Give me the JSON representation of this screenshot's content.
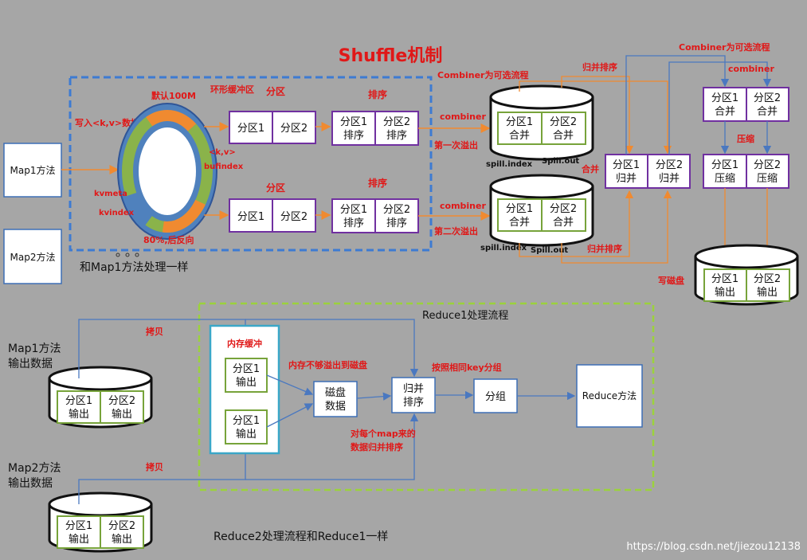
{
  "title": "Shuffle机制",
  "map": {
    "map1": "Map1方法",
    "map2": "Map2方法",
    "map2_note": "和Map1方法处理一样",
    "write_kv": "写入<k,v>数据",
    "default_100m": "默认100M",
    "ring_buffer": "环形缓冲区",
    "kv": "<k,v>",
    "bufindex": "bufindex",
    "kvmeta": "kvmeta",
    "kvindex": "kvindex",
    "reverse_80": "80%,后反向",
    "partition_label": "分区",
    "sort_label": "排序",
    "partition1": "分区1",
    "partition2": "分区2",
    "sort1_l1": "分区1",
    "sort1_l2": "排序",
    "sort2_l1": "分区2",
    "sort2_l2": "排序"
  },
  "spill": {
    "combiner": "combiner",
    "first_spill": "第一次溢出",
    "second_spill": "第二次溢出",
    "combiner_optional": "Combiner为可选流程",
    "merge_sort": "归并排序",
    "spill_index": "spill.index",
    "spill_out": "Spill.out",
    "merge": "合并",
    "write_disk": "写磁盘",
    "compress": "压缩",
    "p1_merge_l1": "分区1",
    "p1_merge_l2": "合并",
    "p2_merge_l1": "分区2",
    "p2_merge_l2": "合并",
    "p1_mergesort_l2": "归并",
    "p1_compress_l2": "压缩",
    "p1_output_l2": "输出"
  },
  "reduce": {
    "reduce1_flow": "Reduce1处理流程",
    "reduce2_note": "Reduce2处理流程和Reduce1一样",
    "map1_output_l1": "Map1方法",
    "map1_output_l2": "输出数据",
    "map2_output_l1": "Map2方法",
    "map2_output_l2": "输出数据",
    "copy": "拷贝",
    "mem_buffer": "内存缓冲",
    "mem_overflow": "内存不够溢出到磁盘",
    "disk_l1": "磁盘",
    "disk_l2": "数据",
    "merge_sort_l1": "归并",
    "merge_sort_l2": "排序",
    "group_same_key": "按照相同key分组",
    "group": "分组",
    "reduce_method": "Reduce方法",
    "per_map_l1": "对每个map来的",
    "per_map_l2": "数据归并排序"
  },
  "watermark": "https://blog.csdn.net/jiezou12138",
  "colors": {
    "background": "#a6a6a6",
    "accent_red": "#e01818",
    "box_border": "#7030a0",
    "green_border": "#77a33a",
    "orange_arrow": "#f08a30",
    "blue_arrow": "#4a78c0",
    "dashed_blue": "#3d7bd2",
    "dashed_green": "#9bd23c"
  }
}
